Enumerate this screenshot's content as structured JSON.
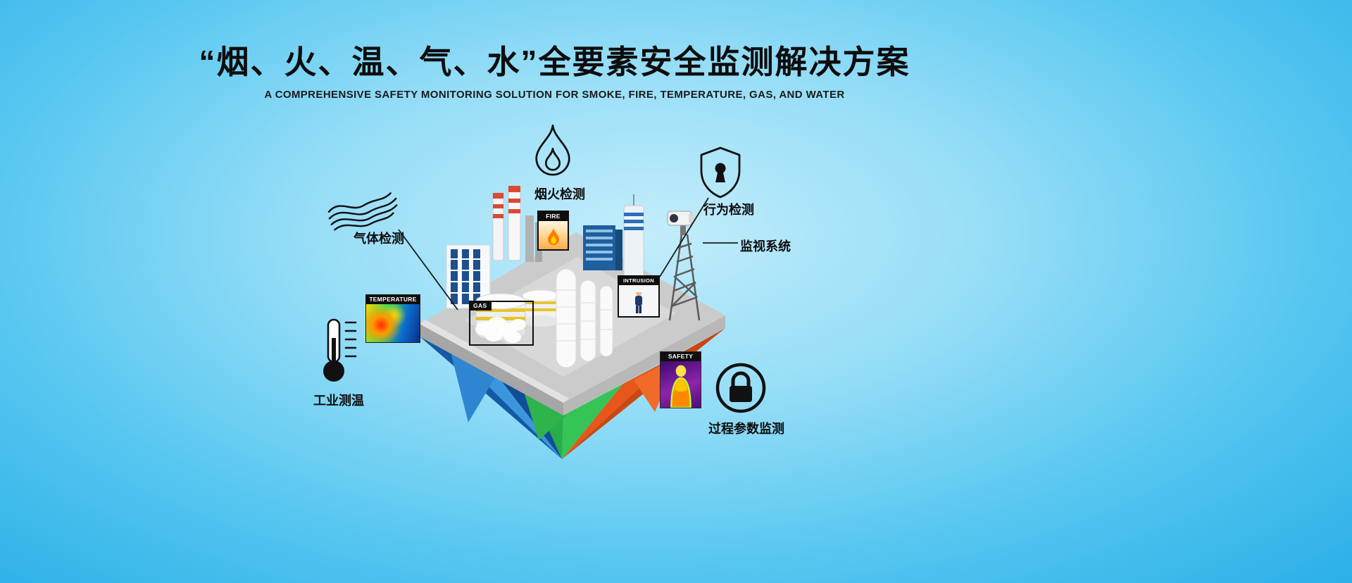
{
  "header": {
    "title": "“烟、火、温、气、水”全要素安全监测解决方案",
    "subtitle": "A COMPREHENSIVE SAFETY MONITORING SOLUTION FOR SMOKE, FIRE, TEMPERATURE, GAS, AND WATER"
  },
  "callouts": {
    "gas": {
      "label": "气体检测",
      "icon": "smoke-waves-icon"
    },
    "smoke_fire": {
      "label": "烟火检测",
      "icon": "flame-outline-icon"
    },
    "behavior": {
      "label": "行为检测",
      "icon": "shield-keyhole-icon"
    },
    "surveillance": {
      "label": "监视系统",
      "icon": "ptz-camera-tower"
    },
    "industrial_temperature": {
      "label": "工业测温",
      "icon": "thermometer-icon"
    },
    "process_parameters": {
      "label": "过程参数监测",
      "icon": "padlock-circle-icon"
    }
  },
  "tiles": {
    "temperature": {
      "label": "TEMPERATURE"
    },
    "fire": {
      "label": "FIRE"
    },
    "gas": {
      "label": "GAS"
    },
    "intrusion": {
      "label": "INTRUSION"
    },
    "safety": {
      "label": "SAFETY"
    }
  },
  "colors": {
    "background_center": "#c3edfb",
    "background_edge": "#2bafe7",
    "title_text": "#0d0d0d",
    "island_orange": "#e8561c",
    "island_blue": "#1459a5",
    "island_green": "#2eb34d",
    "platform_gray": "#cbcbcb"
  }
}
